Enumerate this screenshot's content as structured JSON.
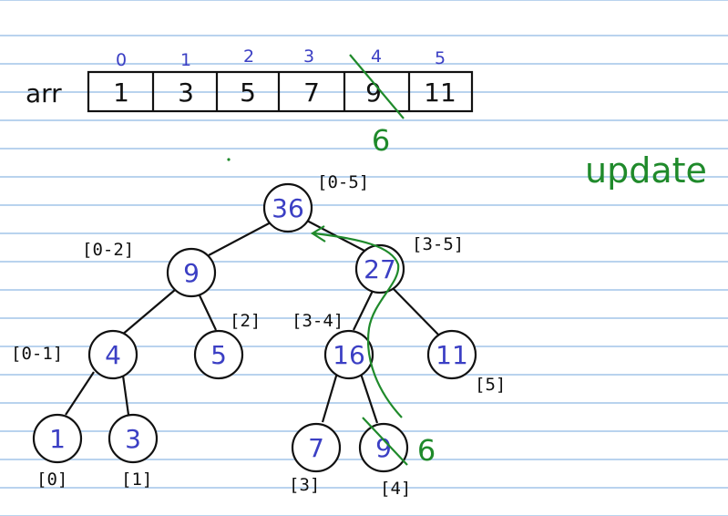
{
  "array": {
    "label": "arr",
    "indices": [
      "0",
      "1",
      "2",
      "3",
      "4",
      "5"
    ],
    "values": [
      "1",
      "3",
      "5",
      "7",
      "9",
      "11"
    ],
    "updated_value": "6"
  },
  "annotation": "update",
  "tree": {
    "nodes": [
      {
        "id": "n0",
        "value": "36",
        "range": "[0-5]"
      },
      {
        "id": "n1",
        "value": "9",
        "range": "[0-2]"
      },
      {
        "id": "n2",
        "value": "27",
        "range": "[3-5]"
      },
      {
        "id": "n3",
        "value": "4",
        "range": "[0-1]"
      },
      {
        "id": "n4",
        "value": "5",
        "range": "[2]"
      },
      {
        "id": "n5",
        "value": "16",
        "range": "[3-4]"
      },
      {
        "id": "n6",
        "value": "11",
        "range": "[5]"
      },
      {
        "id": "n7",
        "value": "1",
        "range": "[0]"
      },
      {
        "id": "n8",
        "value": "3",
        "range": "[1]"
      },
      {
        "id": "n9",
        "value": "7",
        "range": "[3]"
      },
      {
        "id": "n10",
        "value": "9",
        "range": "[4]"
      }
    ],
    "updated_leaf_value": "6",
    "colors": {
      "ink": "#111111",
      "blue": "#3b3fc4",
      "green": "#1f8a2b",
      "rule": "#b9d3ee"
    }
  }
}
